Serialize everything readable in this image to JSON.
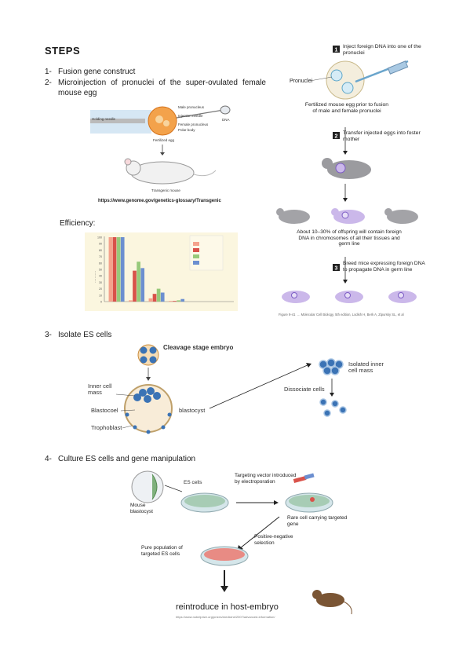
{
  "heading": "STEPS",
  "steps": [
    {
      "num": "1-",
      "text": "Fusion gene construct"
    },
    {
      "num": "2-",
      "text": "Microinjection of pronuclei of the super-ovulated female mouse egg"
    },
    {
      "num": "3-",
      "text": "Isolate ES cells"
    },
    {
      "num": "4-",
      "text": "Culture ES cells and gene manipulation"
    }
  ],
  "microinjection_figure": {
    "labels": [
      "Holding needle",
      "Male pronucleus",
      "Injection needle",
      "Female pronucleus",
      "Polar body",
      "DNA",
      "Fertilized egg",
      "Transgenic mouse"
    ],
    "source_url": "https://www.genome.gov/genetics-glossary/Transgenic"
  },
  "efficiency_label": "Efficiency:",
  "right_figure": {
    "step1": {
      "num": "1",
      "text": "Inject foreign DNA into one of the pronuclei"
    },
    "pronuclei_label": "Pronuclei",
    "egg_caption": "Fertilized mouse egg prior to fusion of male and female pronuclei",
    "step2": {
      "num": "2",
      "text": "Transfer injected eggs into foster mother"
    },
    "offspring_caption": "About 10–30% of offspring will contain foreign DNA in chromosomes of all their tissues and germ line",
    "step3": {
      "num": "3",
      "text": "Breed mice expressing foreign DNA to propagate DNA in germ line"
    },
    "figure_ref": "Figure 9-41",
    "citation": "... Molecular Cell Biology, 5th edition, Lodish H, Berk A, Zipursky SL, et al"
  },
  "es_figure": {
    "cleavage_label": "Cleavage stage embryo",
    "inner_cell_mass": "Inner cell mass",
    "blastocoel": "Blastocoel",
    "trophoblast": "Trophoblast",
    "blastocyst": "blastocyst",
    "isolated_icm": "Isolated inner cell mass",
    "dissociate": "Dissociate cells"
  },
  "culture_figure": {
    "es_cells": "ES cells",
    "mouse_blastocyst": "Mouse blastocyst",
    "targeting_vector": "Targeting vector introduced by electroporation",
    "rare_cell": "Rare cell carrying targeted gene",
    "positive_negative": "Positive-negative selection",
    "pure_population": "Pure population of targeted ES cells",
    "reintroduce": "reintroduce in host-embryo",
    "source_url": "https://www.nobelprize.org/prizes/medicine/2007/advanced-information/"
  },
  "chart_data": {
    "type": "bar",
    "categories": [
      "",
      "",
      "",
      ""
    ],
    "series": [
      {
        "name": "",
        "color": "#f5a28c",
        "values": [
          100,
          2,
          5,
          1
        ]
      },
      {
        "name": "",
        "color": "#d9524a",
        "values": [
          100,
          48,
          12,
          1
        ]
      },
      {
        "name": "",
        "color": "#97c97a",
        "values": [
          100,
          62,
          20,
          2
        ]
      },
      {
        "name": "",
        "color": "#6c8fd0",
        "values": [
          100,
          52,
          14,
          4
        ]
      }
    ],
    "ylim": [
      0,
      100
    ],
    "yticks": [
      "100",
      "90",
      "80",
      "70",
      "60",
      "50",
      "40",
      "30",
      "20",
      "10",
      "0"
    ],
    "grid": false,
    "legend": "right"
  }
}
